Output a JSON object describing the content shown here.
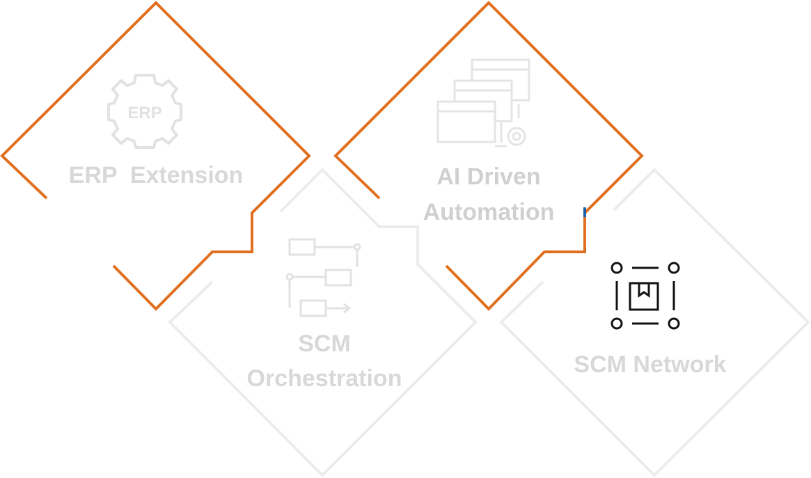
{
  "colors": {
    "active_outline": "#e07020",
    "inactive_outline": "#ececec",
    "label": "#d8d8d8",
    "faded_icon": "#e2e2e2",
    "highlight_icon": "#111111",
    "accent_mark": "#1f5fa8"
  },
  "cards": [
    {
      "id": "erp-extension",
      "label_lines": [
        "ERP  Extension"
      ],
      "icon": "erp-gear-icon",
      "icon_text": "ERP",
      "state": "active"
    },
    {
      "id": "ai-driven-automation",
      "label_lines": [
        "AI Driven",
        "Automation"
      ],
      "icon": "automation-windows-gear-icon",
      "state": "active"
    },
    {
      "id": "scm-orchestration",
      "label_lines": [
        "SCM",
        "Orchestration"
      ],
      "icon": "workflow-flow-icon",
      "state": "inactive"
    },
    {
      "id": "scm-network",
      "label_lines": [
        "SCM Network"
      ],
      "icon": "package-network-icon",
      "state": "inactive"
    }
  ]
}
